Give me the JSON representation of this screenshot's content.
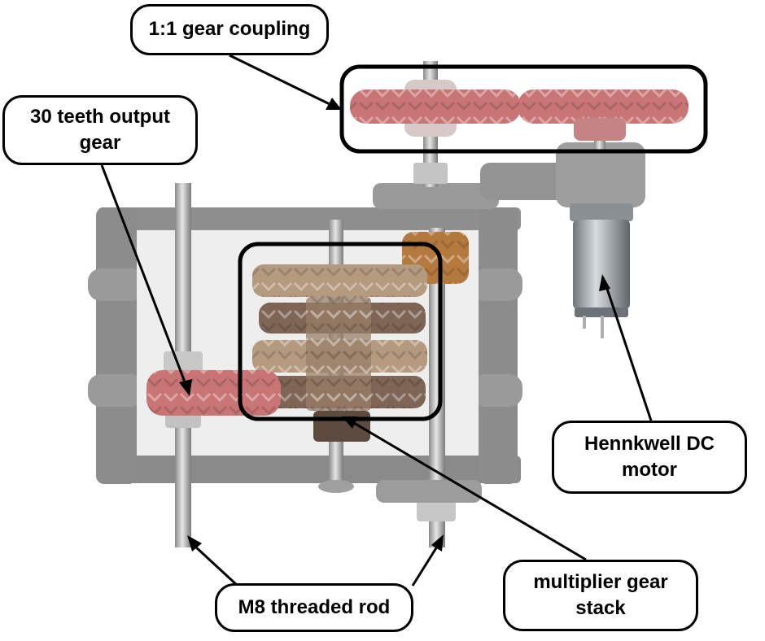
{
  "labels": {
    "gear_coupling": "1:1 gear coupling",
    "output_gear": "30 teeth output gear",
    "dc_motor": "Hennkwell DC motor",
    "multiplier_stack": "multiplier gear stack",
    "threaded_rod": "M8 threaded rod"
  },
  "colors": {
    "frame": "#8e8e8e",
    "coupling_gear": "#c97576",
    "output_gear": "#c97576",
    "stack_gear": "#a98a70",
    "orange_gear": "#b47a3d",
    "motor_can": "#9aa0a6",
    "rod": "#b9b9b9",
    "outline": "#000000"
  }
}
